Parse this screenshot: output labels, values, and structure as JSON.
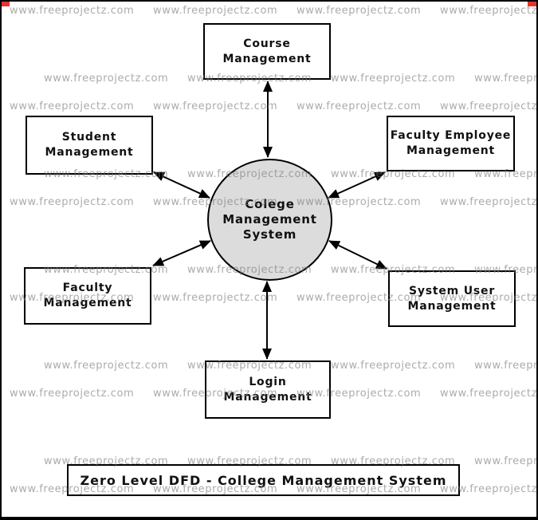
{
  "watermark": {
    "text": "www.freeprojectz.com"
  },
  "colors": {
    "background": "#ffffff",
    "border_black": "#000000",
    "circle_fill": "#dcdcdc",
    "watermark_gray": "#787878",
    "corner_mark_red": "#e3342f"
  },
  "diagram": {
    "center_node": {
      "lines": [
        "Colege",
        "Management",
        "System"
      ]
    },
    "nodes": [
      {
        "id": "course-management",
        "lines": [
          "Course",
          "Management"
        ]
      },
      {
        "id": "student-management",
        "lines": [
          "Student",
          "Management"
        ]
      },
      {
        "id": "faculty-employee-management",
        "lines": [
          "Faculty Employee",
          "Management"
        ]
      },
      {
        "id": "faculty-management",
        "lines": [
          "Faculty",
          "Management"
        ]
      },
      {
        "id": "system-user-management",
        "lines": [
          "System User",
          "Management"
        ]
      },
      {
        "id": "login-management",
        "lines": [
          "Login",
          "Management"
        ]
      }
    ],
    "caption": "Zero Level DFD - College Management System"
  }
}
